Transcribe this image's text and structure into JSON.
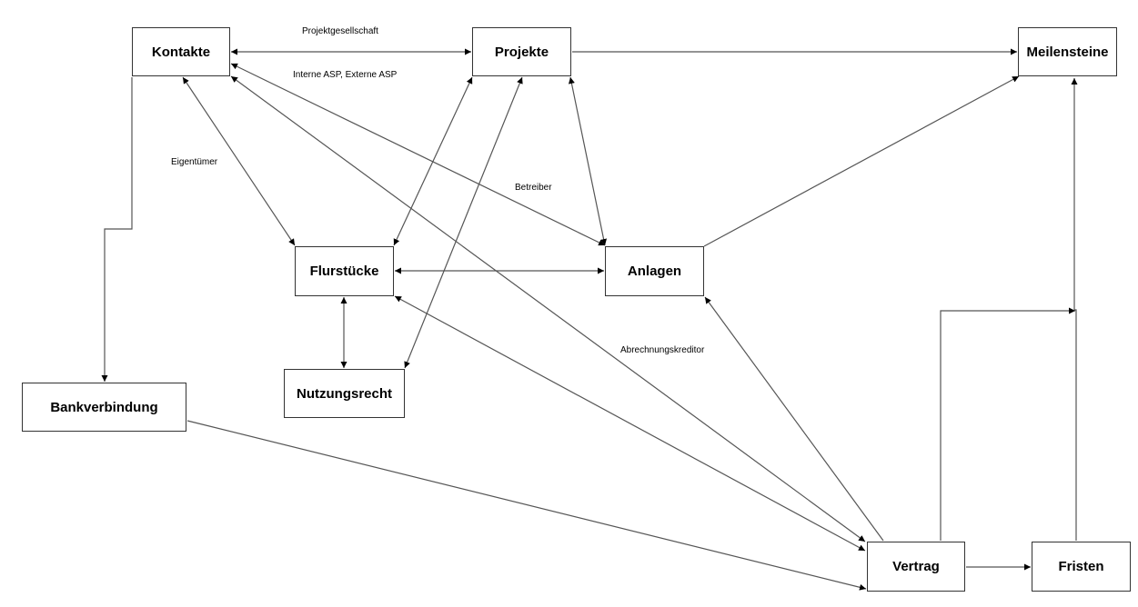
{
  "nodes": {
    "kontakte": "Kontakte",
    "projekte": "Projekte",
    "meilensteine": "Meilensteine",
    "flurstuecke": "Flurstücke",
    "anlagen": "Anlagen",
    "nutzungsrecht": "Nutzungsrecht",
    "bankverbindung": "Bankverbindung",
    "vertrag": "Vertrag",
    "fristen": "Fristen"
  },
  "edge_labels": {
    "kontakte_projekte": "Projektgesellschaft",
    "projekte_kontakte_asp": "Interne ASP, Externe ASP",
    "kontakte_flurstuecke": "Eigentümer",
    "kontakte_anlagen": "Betreiber",
    "kontakte_vertrag": "Abrechnungskreditor"
  },
  "edges": [
    {
      "from": "Kontakte",
      "to": "Projekte",
      "arrows": "both"
    },
    {
      "from": "Projekte",
      "to": "Meilensteine",
      "arrows": "end"
    },
    {
      "from": "Kontakte",
      "to": "Flurstücke",
      "arrows": "both"
    },
    {
      "from": "Kontakte",
      "to": "Anlagen",
      "arrows": "both"
    },
    {
      "from": "Kontakte",
      "to": "Vertrag",
      "arrows": "both"
    },
    {
      "from": "Kontakte",
      "to": "Bankverbindung",
      "arrows": "end"
    },
    {
      "from": "Projekte",
      "to": "Flurstücke",
      "arrows": "both"
    },
    {
      "from": "Projekte",
      "to": "Nutzungsrecht",
      "arrows": "both"
    },
    {
      "from": "Projekte",
      "to": "Anlagen",
      "arrows": "both"
    },
    {
      "from": "Flurstücke",
      "to": "Anlagen",
      "arrows": "both"
    },
    {
      "from": "Flurstücke",
      "to": "Nutzungsrecht",
      "arrows": "both"
    },
    {
      "from": "Flurstücke",
      "to": "Vertrag",
      "arrows": "both"
    },
    {
      "from": "Anlagen",
      "to": "Meilensteine",
      "arrows": "end"
    },
    {
      "from": "Vertrag",
      "to": "Anlagen",
      "arrows": "end"
    },
    {
      "from": "Bankverbindung",
      "to": "Vertrag",
      "arrows": "end"
    },
    {
      "from": "Vertrag",
      "to": "Fristen",
      "arrows": "end"
    },
    {
      "from": "Vertrag",
      "to": "Meilensteine",
      "arrows": "end"
    },
    {
      "from": "Fristen",
      "to": "Meilensteine",
      "arrows": "end"
    }
  ]
}
